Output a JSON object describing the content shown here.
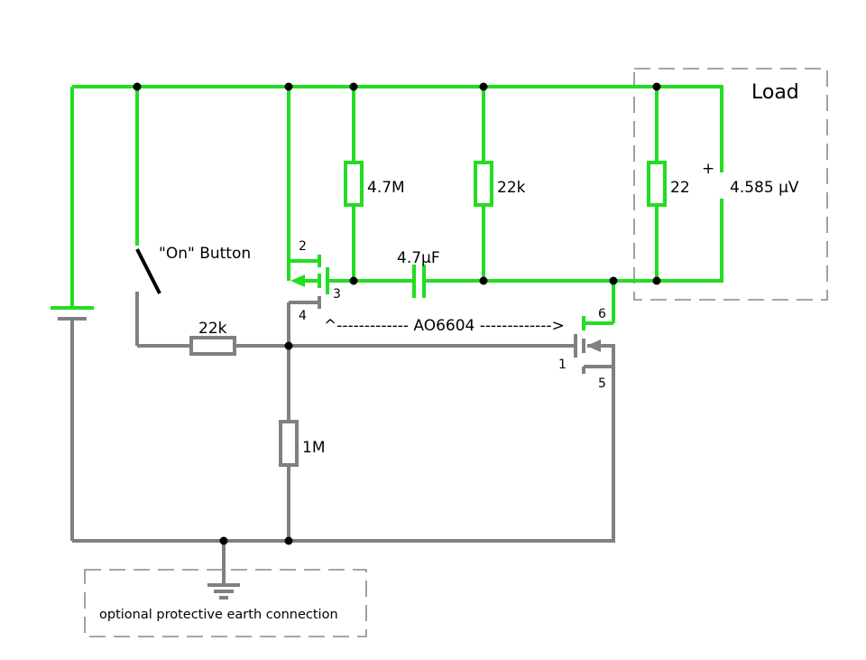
{
  "colors": {
    "live_wire": "#22dd22",
    "off_wire": "#808080",
    "switch": "#000000",
    "box": "#888888"
  },
  "labels": {
    "load_title": "Load",
    "on_button": "\"On\" Button",
    "r_top_left": "4.7M",
    "r_top_mid": "22k",
    "r_load": "22",
    "meter_plus": "+",
    "meter_value": "4.585 μV",
    "capacitor": "4.7μF",
    "r_switch": "22k",
    "r_pulldown": "1M",
    "mosfet_part": "^------------- AO6604 ------------->",
    "pin2": "2",
    "pin3": "3",
    "pin4": "4",
    "pin6": "6",
    "pin1": "1",
    "pin5": "5",
    "earth_caption": "optional protective earth connection"
  }
}
